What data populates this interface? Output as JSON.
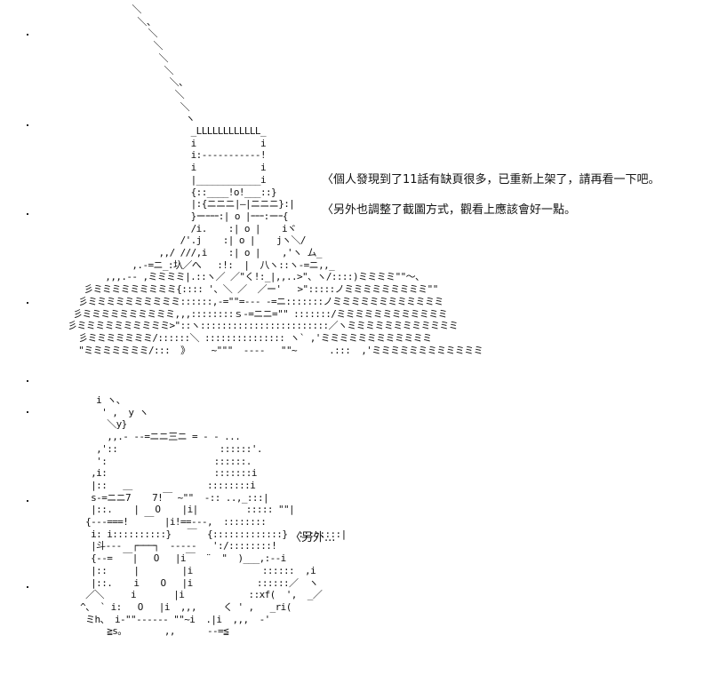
{
  "top_scene": {
    "art": "                  ＼\n                   ＼、\n                     ＼\n                      ＼\n                       ＼\n                        ＼\n                         ＼、\n                          ＼\n                           ＼\n                            ヽ\n                             _LLLLLLLLLLLL_\n                             i            i\n                             i:-----------!\n                             i            i\n                             |____________i\n                             {::____!o!___::}\n                             |:{ニニニ|―|ニニニ}:|\n                             }ーｰｰｰ:| o |ｰｰｰ:ーｰ{\n                             /i.    :| o |    iヾ\n                           /'.j    :| o |    jヽ＼/\n                       ,,/ ///,i    :| o |    ,'ヽ ム_\n                  ,.-=ニ_:圦／へ   :!:  |  八ヽ::ヽ-=ニ,,_\n             ,,,.-- ,ミミミミ|.::ヽ／ ／\"く!:_|,,..>\"、ヽ/::::)ミミミミ\"\"〜、\n         彡ミミミミミミミミミ{:::: '、＼ ／  ／ー'   >\":::::ノミミミミミミミミミ\"\"\n        彡ミミミミミミミミミミ::::::,-=\"\"=--- -=ニ:::::::ノミミミミミミミミミミミミ\n       彡ミミミミミミミミミミ,,,::::::::ｓ-=ニニ=\"\" :::::::/ミミミミミミミミミミミミ\n      彡ミミミミミミミミミミ>\"::ヽ::::::::::::::::::::::::／ヽミミミミミミミミミミミミ\n        彡ミミミミミミミ/::::::＼ ::::::::::::::: ヽ` ,'ミミミミミミミミミミミミ\n        \"ミミミミミミミ/:::  》    ~\"\"\"  ----   \"\"~      .:::  ,'ミミミミミミミミミミミミ",
    "lines": [
      "〈個人發現到了11話有缺頁很多，已重新上架了，請再看一下吧。",
      "〈另外也調整了截圖方式，觀看上應該會好一點。"
    ]
  },
  "bottom_scene": {
    "art": "        i ヽ、\n         ' ,  y ヽ\n          ＼y}\n          ,,.- --=ニニ三ニ = - - ...\n        ,'::                   ::::::'.\n        ':                    ::::::.\n       ,i:                    :::::::i\n       |::   ＿              ::::::::i\n       s-=ニニ7    7!￣ ~\"\"  -:: ..,_:::|\n       |::.    |   O    |i|         ::::: \"\"|\n      {---===!   ￣  |i!==---,  ::::::::\n       i: i::::::::::}   ￣  {:::::::::::::}  ::::::::|\n       |斗---  ┌───┐  -----   ':/::::::::!\n       {--=  ￣|   O   |i￣  ¨  \"  )___,:--i\n       |::     |        |i             ::::::  ,i\n       |::.    i    O   |i            ::::::／  ヽ\n      ／＼     i       |i            ::xf(  ',  _／\n     ^、 ` i:   O   |i  ,,,     く ' ,   _ri(\n      ミh、 i-\"\"------ \"\"~i  .|i  ,,,  -'\n          ≧s。       ,,      --=≦"
  },
  "bottom_line": "〈另外..."
}
